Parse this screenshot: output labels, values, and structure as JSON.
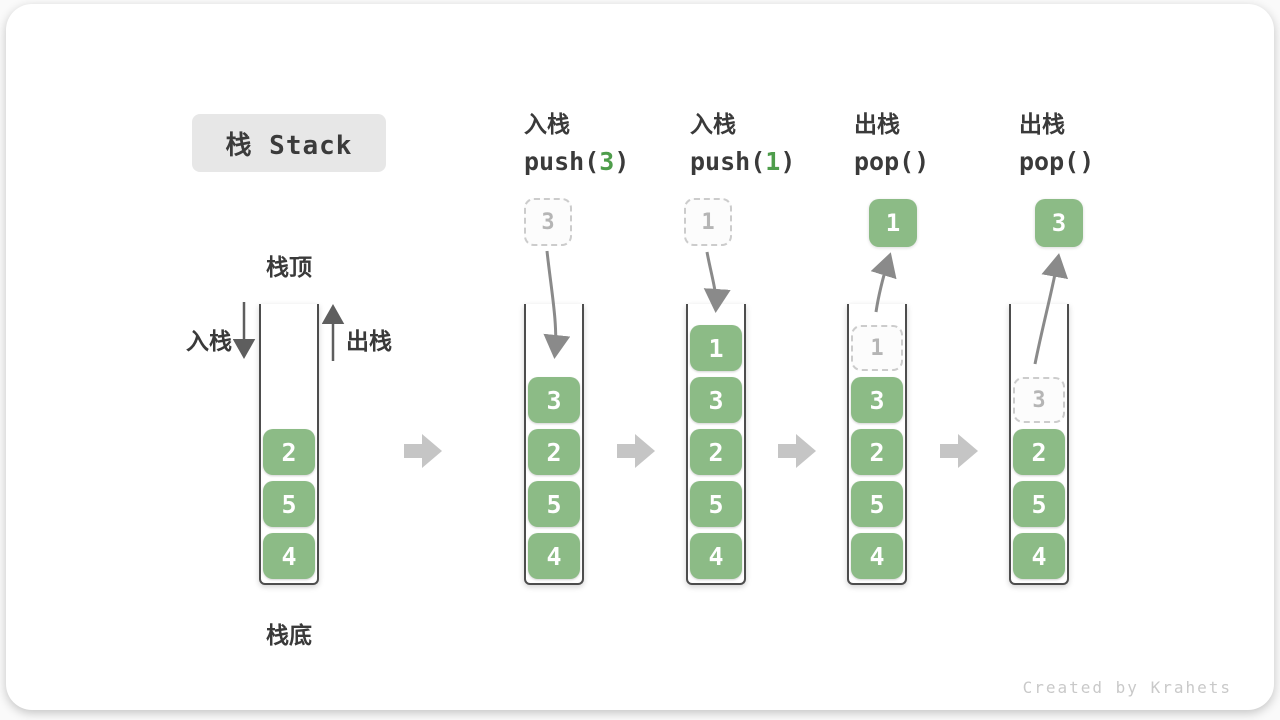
{
  "title": "栈 Stack",
  "labels": {
    "stack_top": "栈顶",
    "stack_bottom": "栈底",
    "push_side": "入栈",
    "pop_side": "出栈"
  },
  "watermark": "Created by Krahets",
  "colors": {
    "block_green": "#8cbb86",
    "code_arg_green": "#4e9d4b",
    "ghost_gray": "#b5b5b5",
    "flow_arrow_gray": "#c5c5c5",
    "curve_arrow_gray": "#8a8a8a",
    "text_dark": "#3a3a3a",
    "title_box_bg": "#e7e7e7"
  },
  "columns": [
    {
      "name": "initial",
      "header_cn": "",
      "code_pre": "",
      "code_arg": "",
      "code_post": "",
      "blocks": [
        {
          "value": "2"
        },
        {
          "value": "5"
        },
        {
          "value": "4"
        }
      ]
    },
    {
      "name": "push-3",
      "header_cn": "入栈",
      "code_pre": "push(",
      "code_arg": "3",
      "code_post": ")",
      "floating": {
        "value": "3",
        "style": "dashed"
      },
      "blocks": [
        {
          "value": "3"
        },
        {
          "value": "2"
        },
        {
          "value": "5"
        },
        {
          "value": "4"
        }
      ]
    },
    {
      "name": "push-1",
      "header_cn": "入栈",
      "code_pre": "push(",
      "code_arg": "1",
      "code_post": ")",
      "floating": {
        "value": "1",
        "style": "dashed"
      },
      "blocks": [
        {
          "value": "1"
        },
        {
          "value": "3"
        },
        {
          "value": "2"
        },
        {
          "value": "5"
        },
        {
          "value": "4"
        }
      ]
    },
    {
      "name": "pop-1",
      "header_cn": "出栈",
      "code_pre": "pop()",
      "code_arg": "",
      "code_post": "",
      "floating": {
        "value": "1",
        "style": "solid"
      },
      "blocks": [
        {
          "value": "1",
          "ghost": true
        },
        {
          "value": "3"
        },
        {
          "value": "2"
        },
        {
          "value": "5"
        },
        {
          "value": "4"
        }
      ]
    },
    {
      "name": "pop-3",
      "header_cn": "出栈",
      "code_pre": "pop()",
      "code_arg": "",
      "code_post": "",
      "floating": {
        "value": "3",
        "style": "solid"
      },
      "blocks": [
        {
          "value": "3",
          "ghost": true
        },
        {
          "value": "2"
        },
        {
          "value": "5"
        },
        {
          "value": "4"
        }
      ]
    }
  ]
}
